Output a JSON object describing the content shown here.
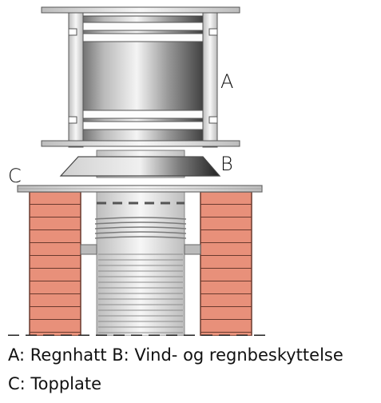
{
  "labels": {
    "a": "A",
    "b": "B",
    "c": "C"
  },
  "legend": {
    "line1": "A: Regnhatt  B: Vind- og regnbeskyttelse",
    "line2": "C: Topplate"
  },
  "colors": {
    "brick": "#e8907a",
    "mortar": "#6a3a2e",
    "steel_light": "#f2f2f2",
    "steel_mid": "#c8c8c8",
    "steel_dark": "#4a4a4a",
    "ground_line": "#222222"
  }
}
